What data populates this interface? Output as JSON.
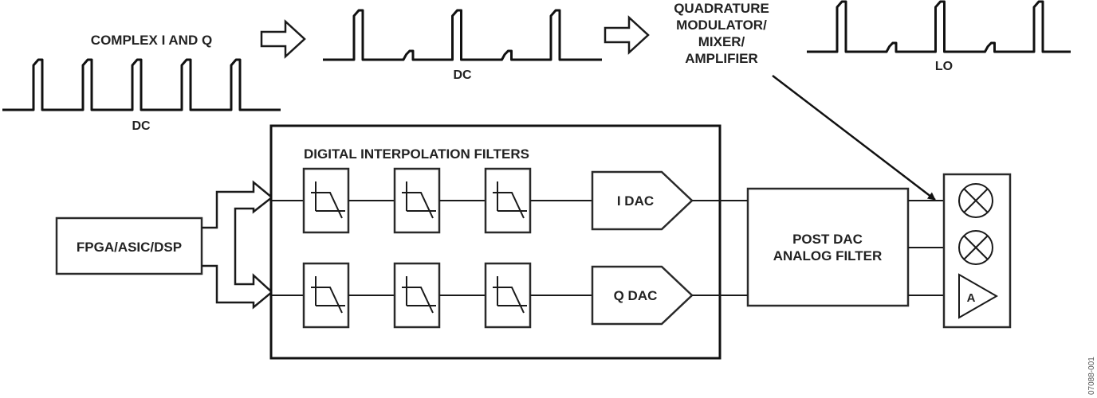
{
  "colors": {
    "line": "#1a1a1a",
    "text": "#222222",
    "background": "#ffffff"
  },
  "signals": {
    "complex_iq": {
      "title": "COMPLEX I AND Q",
      "axis_label": "DC",
      "main_pulse_count": 5,
      "image_pulse_count": 0
    },
    "dac_output": {
      "axis_label": "DC",
      "main_pulse_count": 3,
      "image_pulse_count": 2
    },
    "modulator_output": {
      "title_lines": [
        "QUADRATURE",
        "MODULATOR/",
        "MIXER/",
        "AMPLIFIER"
      ],
      "axis_label": "LO",
      "main_pulse_count": 3,
      "image_pulse_count": 2
    }
  },
  "blocks": {
    "source": {
      "label": "FPGA/ASIC/DSP"
    },
    "interpolation": {
      "title": "DIGITAL INTERPOLATION FILTERS",
      "rows": [
        {
          "name": "i",
          "filter_count": 3,
          "dac_label": "I DAC"
        },
        {
          "name": "q",
          "filter_count": 3,
          "dac_label": "Q DAC"
        }
      ]
    },
    "post_filter": {
      "label_lines": [
        "POST DAC",
        "ANALOG FILTER"
      ]
    },
    "modulator": {
      "elements": [
        {
          "type": "mixer",
          "icon": "mixer-icon"
        },
        {
          "type": "mixer",
          "icon": "mixer-icon"
        },
        {
          "type": "amplifier",
          "icon": "amplifier-icon",
          "label": "A"
        }
      ]
    }
  },
  "watermark": "07088-001"
}
